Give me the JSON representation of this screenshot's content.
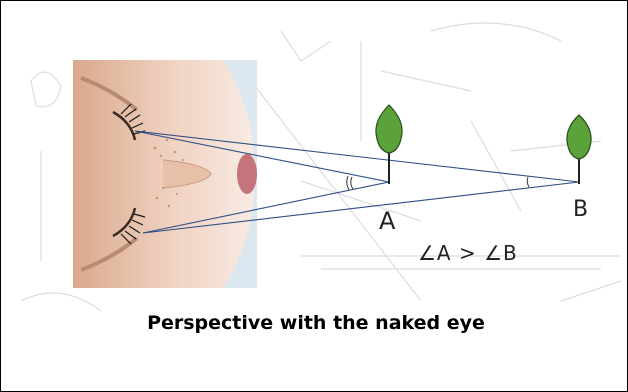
{
  "diagram": {
    "point_a_label": "A",
    "point_b_label": "B",
    "angle_relation": "∠A > ∠B",
    "caption": "Perspective with the naked eye"
  },
  "colors": {
    "sight_line": "#2d4f86",
    "tree_leaf": "#5ba23a",
    "tree_trunk": "#222222",
    "background_sketch": "#c8c8c8"
  },
  "icons": [
    "tree-icon",
    "face-photo"
  ]
}
